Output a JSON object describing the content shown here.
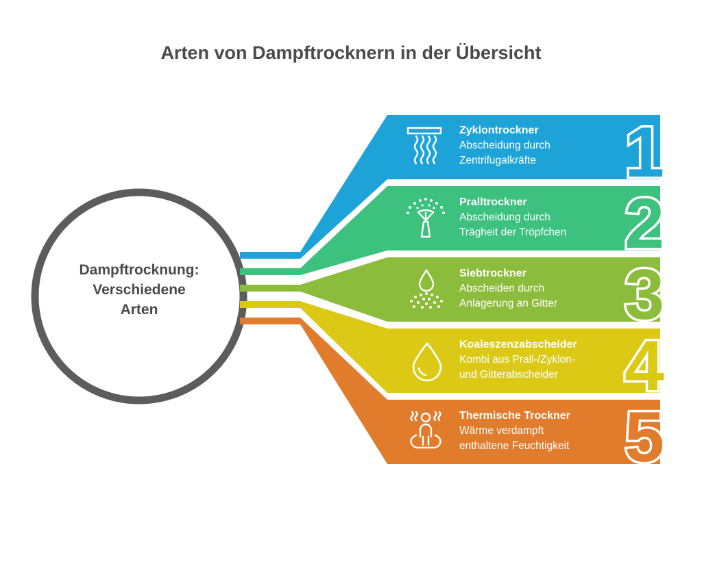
{
  "title": "Arten von Dampftrocknern in der Übersicht",
  "center": {
    "line1": "Dampftrocknung:",
    "line2": "Verschiedene",
    "line3": "Arten"
  },
  "colors": {
    "blue": "#1ea3d8",
    "green": "#3cc17f",
    "olive": "#8cbc3b",
    "yellow": "#dcc915",
    "orange": "#e07c2c",
    "ring": "#5c5c5c",
    "text": "#4a4a4a"
  },
  "rows": [
    {
      "number": "1",
      "title": "Zyklontrockner",
      "desc1": "Abscheidung durch",
      "desc2": "Zentrifugalkräfte",
      "icon": "ventilation-icon",
      "color": "#1ea3d8"
    },
    {
      "number": "2",
      "title": "Pralltrockner",
      "desc1": "Abscheidung durch",
      "desc2": "Trägheit der Tröpfchen",
      "icon": "sprinkler-icon",
      "color": "#3cc17f"
    },
    {
      "number": "3",
      "title": "Siebtrockner",
      "desc1": "Abscheiden durch",
      "desc2": "Anlagerung an Gitter",
      "icon": "water-drop-spray-icon",
      "color": "#8cbc3b"
    },
    {
      "number": "4",
      "title": "Koaleszenzabscheider",
      "desc1": "Kombi aus Prall-/Zyklon-",
      "desc2": "und Gitterabscheider",
      "icon": "water-drop-icon",
      "color": "#dcc915"
    },
    {
      "number": "5",
      "title": "Thermische Trockner",
      "desc1": "Wärme verdampft",
      "desc2": "enthaltene Feuchtigkeit",
      "icon": "steam-person-icon",
      "color": "#e07c2c"
    }
  ]
}
